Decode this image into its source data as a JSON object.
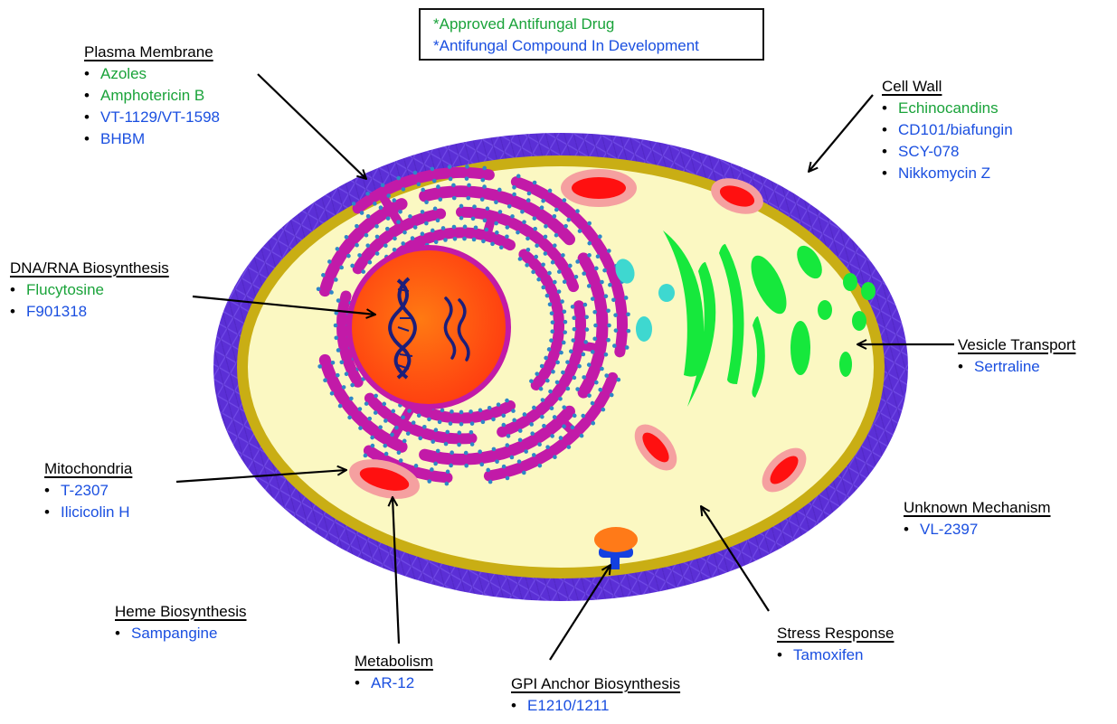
{
  "legend": {
    "approved_label": "*Approved Antifungal Drug",
    "development_label": "*Antifungal Compound In Development",
    "approved_color": "#1aa33a",
    "development_color": "#1a4fe0"
  },
  "colors": {
    "cell_wall": "#5b2fd6",
    "plasma_membrane": "#c9ae14",
    "cytoplasm": "#fbf8c2",
    "endoplasmic_reticulum": "#c21aa8",
    "ribosome": "#2e86c8",
    "nucleus": "#ff5a10",
    "dna": "#1c1e7a",
    "mitochondria_outer": "#f5a0a0",
    "mitochondria_inner": "#ff1010",
    "golgi": "#16e83c",
    "vesicle": "#3ed8d0",
    "gpi_anchor_head": "#ff7a18",
    "gpi_anchor_stem": "#1340e0"
  },
  "targets": [
    {
      "id": "plasma-membrane",
      "title": "Plasma Membrane",
      "drugs": [
        {
          "name": "Azoles",
          "status": "approved"
        },
        {
          "name": "Amphotericin B",
          "status": "approved"
        },
        {
          "name": "VT-1129/VT-1598",
          "status": "dev"
        },
        {
          "name": "BHBM",
          "status": "dev"
        }
      ]
    },
    {
      "id": "cell-wall",
      "title": "Cell Wall",
      "drugs": [
        {
          "name": "Echinocandins",
          "status": "approved"
        },
        {
          "name": "CD101/biafungin",
          "status": "dev"
        },
        {
          "name": "SCY-078",
          "status": "dev"
        },
        {
          "name": "Nikkomycin Z",
          "status": "dev"
        }
      ]
    },
    {
      "id": "dna-rna-biosynthesis",
      "title": "DNA/RNA Biosynthesis",
      "drugs": [
        {
          "name": "Flucytosine",
          "status": "approved"
        },
        {
          "name": "F901318",
          "status": "dev"
        }
      ]
    },
    {
      "id": "vesicle-transport",
      "title": "Vesicle Transport",
      "drugs": [
        {
          "name": "Sertraline",
          "status": "dev"
        }
      ]
    },
    {
      "id": "mitochondria",
      "title": "Mitochondria",
      "drugs": [
        {
          "name": "T-2307",
          "status": "dev"
        },
        {
          "name": "Ilicicolin H",
          "status": "dev"
        }
      ]
    },
    {
      "id": "unknown-mechanism",
      "title": "Unknown Mechanism",
      "drugs": [
        {
          "name": "VL-2397",
          "status": "dev"
        }
      ]
    },
    {
      "id": "heme-biosynthesis",
      "title": "Heme Biosynthesis",
      "drugs": [
        {
          "name": "Sampangine",
          "status": "dev"
        }
      ]
    },
    {
      "id": "metabolism",
      "title": "Metabolism",
      "drugs": [
        {
          "name": "AR-12",
          "status": "dev"
        }
      ]
    },
    {
      "id": "gpi-anchor-biosynthesis",
      "title": "GPI Anchor Biosynthesis",
      "drugs": [
        {
          "name": "E1210/1211",
          "status": "dev"
        }
      ]
    },
    {
      "id": "stress-response",
      "title": "Stress Response",
      "drugs": [
        {
          "name": "Tamoxifen",
          "status": "dev"
        }
      ]
    }
  ],
  "bullet": "•"
}
